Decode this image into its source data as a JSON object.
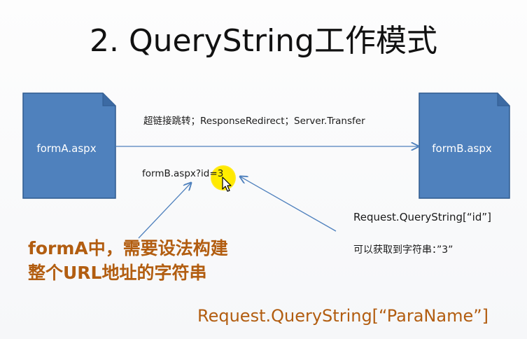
{
  "slide": {
    "title": "2. QueryString工作模式"
  },
  "nodes": {
    "source": {
      "label": "formA.aspx"
    },
    "target": {
      "label": "formB.aspx"
    }
  },
  "edges": {
    "main_arrow": {
      "label_top": "超链接跳转；ResponseRedirect；Server.Transfer"
    }
  },
  "annotations": {
    "query_url": "formB.aspx?id=3",
    "request_id": "Request.QueryString[“id”]",
    "get_value": "可以获取到字符串：”3”",
    "note_line1": "formA中，需要设法构建",
    "note_line2": "整个URL地址的字符串",
    "footer_code": "Request.QueryString[“ParaName”]"
  },
  "colors": {
    "doc_fill": "#4f81bd",
    "doc_stroke": "#2f5a8f",
    "arrow": "#4f81bd",
    "note_text": "#b25d10",
    "cursor_highlight": "#fff200"
  },
  "icons": {
    "cursor": "mouse-pointer-icon"
  }
}
